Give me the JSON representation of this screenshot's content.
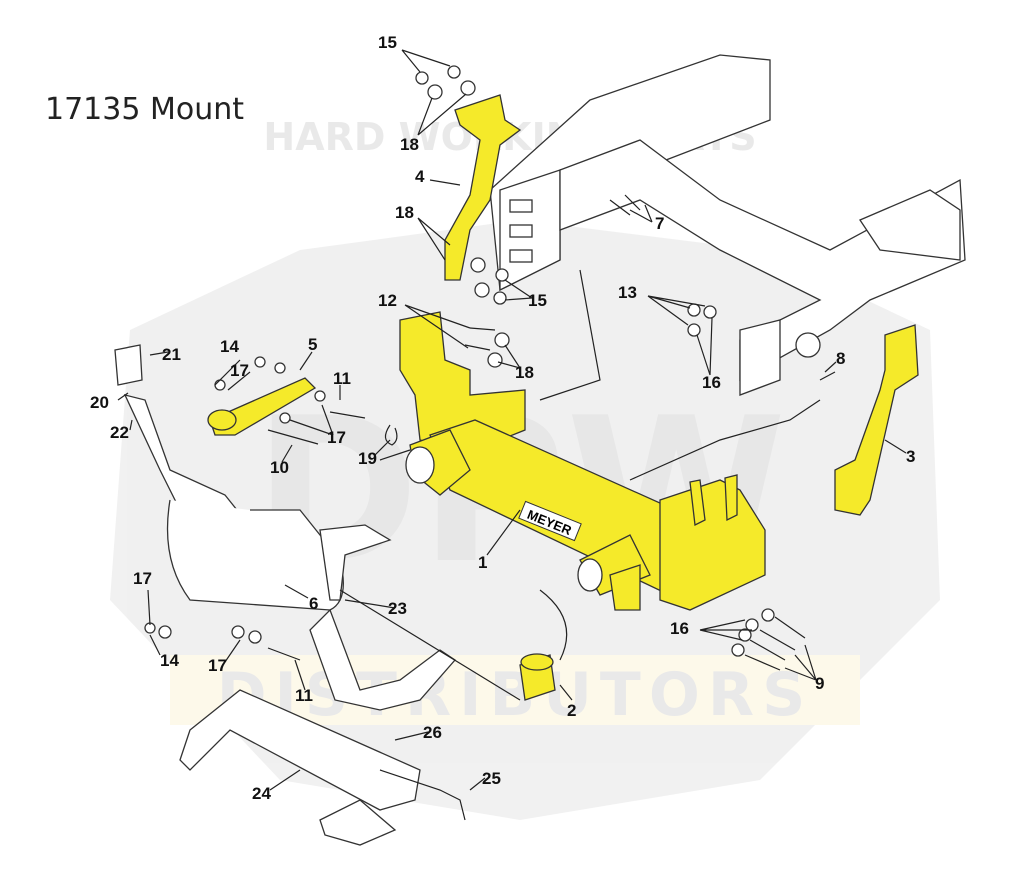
{
  "title": "17135 Mount",
  "watermark": {
    "top_text": "HARD WORKING PARTS",
    "logo": "DPW",
    "bottom_text": "DISTRIBUTORS"
  },
  "part_label_brand": "MEYER",
  "colors": {
    "highlight": "#f5ea2a",
    "line": "#333333"
  },
  "callouts": [
    {
      "num": "15"
    },
    {
      "num": "18"
    },
    {
      "num": "4"
    },
    {
      "num": "18"
    },
    {
      "num": "15"
    },
    {
      "num": "7"
    },
    {
      "num": "12"
    },
    {
      "num": "18"
    },
    {
      "num": "13"
    },
    {
      "num": "16"
    },
    {
      "num": "8"
    },
    {
      "num": "3"
    },
    {
      "num": "21"
    },
    {
      "num": "20"
    },
    {
      "num": "22"
    },
    {
      "num": "14"
    },
    {
      "num": "17"
    },
    {
      "num": "5"
    },
    {
      "num": "11"
    },
    {
      "num": "17"
    },
    {
      "num": "10"
    },
    {
      "num": "19"
    },
    {
      "num": "1"
    },
    {
      "num": "6"
    },
    {
      "num": "23"
    },
    {
      "num": "17"
    },
    {
      "num": "14"
    },
    {
      "num": "17"
    },
    {
      "num": "11"
    },
    {
      "num": "16"
    },
    {
      "num": "9"
    },
    {
      "num": "2"
    },
    {
      "num": "26"
    },
    {
      "num": "25"
    },
    {
      "num": "24"
    }
  ]
}
